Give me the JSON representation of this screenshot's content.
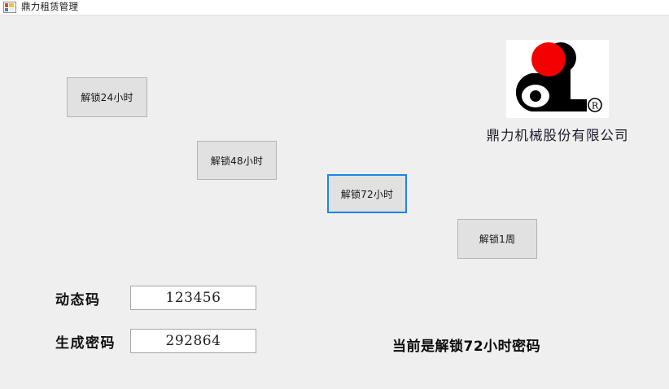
{
  "window": {
    "title": "鼎力租赁管理",
    "icon": "winforms-form-icon",
    "background_color": "#EFEFEF",
    "titlebar_color": "#FFFFFF"
  },
  "buttons": [
    {
      "id": "unlock-24h",
      "label": "解锁24小时",
      "focused": false
    },
    {
      "id": "unlock-48h",
      "label": "解锁48小时",
      "focused": false
    },
    {
      "id": "unlock-72h",
      "label": "解锁72小时",
      "focused": true
    },
    {
      "id": "unlock-1week",
      "label": "解锁1周",
      "focused": false
    }
  ],
  "branding": {
    "company_name": "鼎力机械股份有限公司",
    "logo_alt": "dL logo",
    "registered_mark": "®",
    "logo_red": "#F50000",
    "logo_black": "#000000",
    "logo_background": "#FFFFFF"
  },
  "fields": [
    {
      "id": "dynamic-code",
      "label": "动态码",
      "value": "123456",
      "placeholder": ""
    },
    {
      "id": "generated-code",
      "label": "生成密码",
      "value": "292864",
      "placeholder": ""
    }
  ],
  "status": {
    "text": "当前是解锁72小时密码"
  },
  "colors": {
    "button_face": "#E1E1E1",
    "button_border": "#B4B4B4",
    "focus_border": "#1C86E8",
    "input_border": "#A6A6A6",
    "text": "#111111"
  }
}
